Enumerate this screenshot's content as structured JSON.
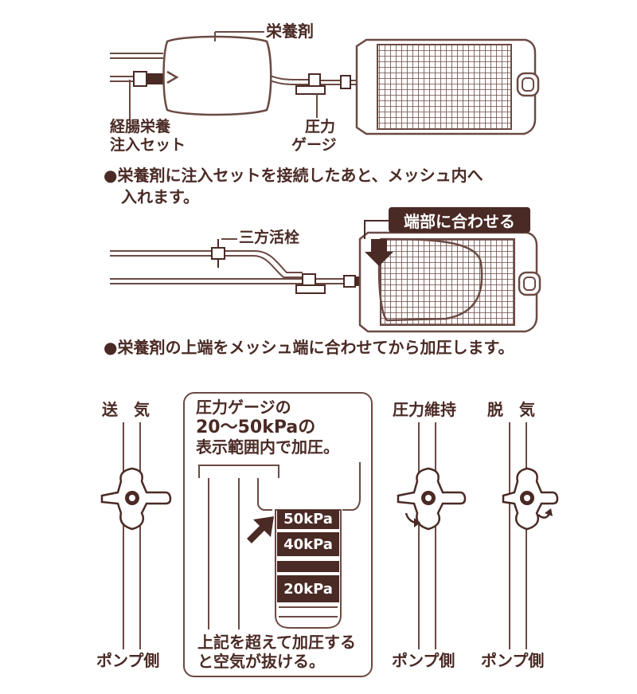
{
  "top_panel": {
    "label_nutrient": "栄養剤",
    "label_feeding_set_line1": "経腸栄養",
    "label_feeding_set_line2": "注入セット",
    "label_gauge_line1": "圧力",
    "label_gauge_line2": "ゲージ",
    "note_line1": "●栄養剤に注入セットを接続したあと、メッシュ内へ",
    "note_line2": "入れます。"
  },
  "middle_panel": {
    "label_stopcock": "三方活栓",
    "callout": "端部に合わせる",
    "note": "●栄養剤の上端をメッシュ端に合わせてから加圧します。"
  },
  "bottom_panel": {
    "valve_send": {
      "title": "送　気",
      "bottom": "ポンプ側"
    },
    "valve_hold": {
      "title": "圧力維持",
      "bottom": "ポンプ側"
    },
    "valve_release": {
      "title": "脱　気",
      "bottom": "ポンプ側"
    },
    "box_line1": "圧力ゲージの",
    "box_line2": "20～50kPaの",
    "box_line3": "表示範囲内で加圧。",
    "box_bottom_line1": "上記を超えて加圧する",
    "box_bottom_line2": "と空気が抜ける。",
    "gauge_50": "50kPa",
    "gauge_40": "40kPa",
    "gauge_20": "20kPa"
  },
  "colors": {
    "ink": "#4a2a25",
    "line": "#6b4a44"
  }
}
